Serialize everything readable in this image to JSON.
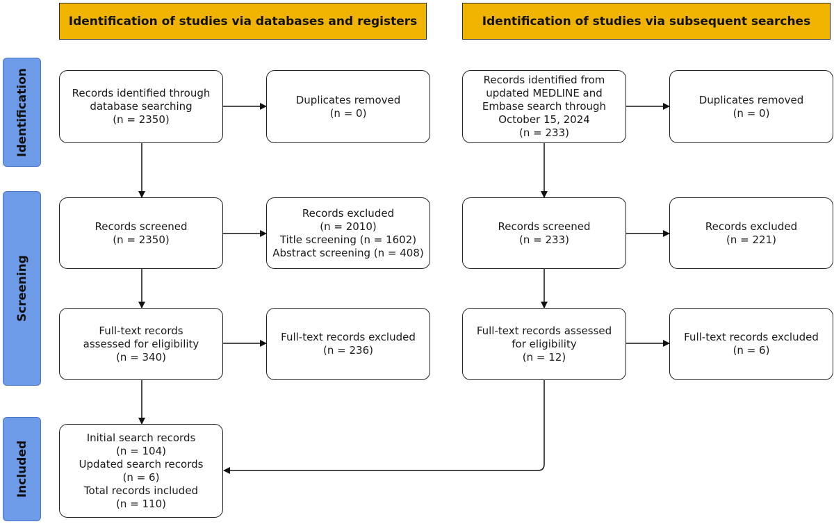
{
  "headers": {
    "left": "Identification of studies via databases and registers",
    "right": "Identification of studies via subsequent searches"
  },
  "phases": {
    "identification": "Identification",
    "screening": "Screening",
    "included": "Included"
  },
  "left": {
    "identified": [
      "Records identified through",
      "database searching",
      "(n = 2350)"
    ],
    "duplicates": [
      "Duplicates removed",
      "(n = 0)"
    ],
    "screened": [
      "Records screened",
      "(n = 2350)"
    ],
    "excluded": [
      "Records excluded",
      "(n = 2010)",
      "Title screening (n = 1602)",
      "Abstract screening (n = 408)"
    ],
    "fulltext": [
      "Full-text records",
      "assessed for eligibility",
      "(n = 340)"
    ],
    "fulltext_excluded": [
      "Full-text records excluded",
      "(n = 236)"
    ],
    "included": [
      "Initial search records",
      "(n = 104)",
      "Updated search records",
      "(n = 6)",
      "Total records included",
      "(n = 110)"
    ]
  },
  "right": {
    "identified": [
      "Records identified from",
      "updated MEDLINE and",
      "Embase search through",
      "October 15, 2024",
      "(n = 233)"
    ],
    "duplicates": [
      "Duplicates removed",
      "(n = 0)"
    ],
    "screened": [
      "Records screened",
      "(n = 233)"
    ],
    "excluded": [
      "Records excluded",
      "(n = 221)"
    ],
    "fulltext": [
      "Full-text records assessed",
      "for eligibility",
      "(n = 12)"
    ],
    "fulltext_excluded": [
      "Full-text records excluded",
      "(n = 6)"
    ]
  }
}
